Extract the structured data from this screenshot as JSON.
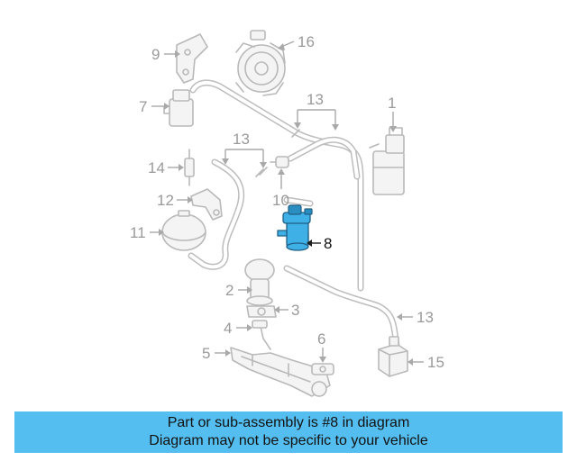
{
  "diagram": {
    "callouts": [
      "1",
      "2",
      "3",
      "4",
      "5",
      "6",
      "7",
      "8",
      "9",
      "10",
      "11",
      "12",
      "13",
      "13",
      "13",
      "14",
      "15",
      "16"
    ],
    "highlighted_part": "8",
    "highlight_color": "#3fb0e6",
    "banner_color": "#55bef0"
  },
  "banner": {
    "line1": "Part or sub-assembly is #8 in diagram",
    "line2": "Diagram may not be specific to your vehicle"
  }
}
